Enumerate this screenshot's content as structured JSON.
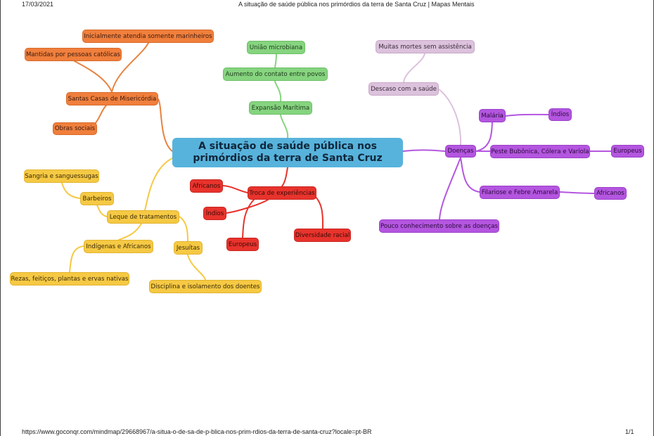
{
  "header": {
    "date": "17/03/2021",
    "title": "A situação de saúde pública nos primórdios da terra de Santa Cruz | Mapas Mentais"
  },
  "footer": {
    "url": "https://www.goconqr.com/mindmap/29668967/a-situa-o-de-sa-de-p-blica-nos-prim-rdios-da-terra-de-santa-cruz?locale=pt-BR",
    "page": "1/1"
  },
  "central": "A situação de saúde pública nos primórdios da terra de Santa Cruz",
  "orange": {
    "marinheiros": "Inicialmente atendia somente marinheiros",
    "catolicas": "Mantidas por pessoas católicas",
    "santas": "Santas Casas de Misericórdia",
    "obras": "Obras sociais"
  },
  "green": {
    "uniao": "União microbiana",
    "aumento": "Aumento do contato entre povos",
    "expansao": "Expansão Marítima"
  },
  "lilac": {
    "mortes": "Muitas mortes sem assistência",
    "descaso": "Descaso com a saúde"
  },
  "purple": {
    "doencas": "Doenças",
    "malaria": "Malária",
    "indios": "Índios",
    "peste": "Peste Bubônica, Cólera e Varíola",
    "europeus": "Europeus",
    "filariose": "Filariose e Febre Amarela",
    "africanos": "Africanos",
    "pouco": "Pouco conhecimento sobre as doenças"
  },
  "red": {
    "africanos": "Africanos",
    "troca": "Troca de experiências",
    "indios": "Índios",
    "europeus": "Europeus",
    "diversidade": "Diversidade racial"
  },
  "yellow": {
    "sangria": "Sangria e sanguessugas",
    "barbeiros": "Barbeiros",
    "leque": "Leque de tratamentos",
    "indigenas": "Indígenas e Africanos",
    "jesuitas": "Jesuítas",
    "rezas": "Rezas, feitiços, plantas e ervas nativas",
    "disciplina": "Disciplina e isolamento dos doentes"
  }
}
